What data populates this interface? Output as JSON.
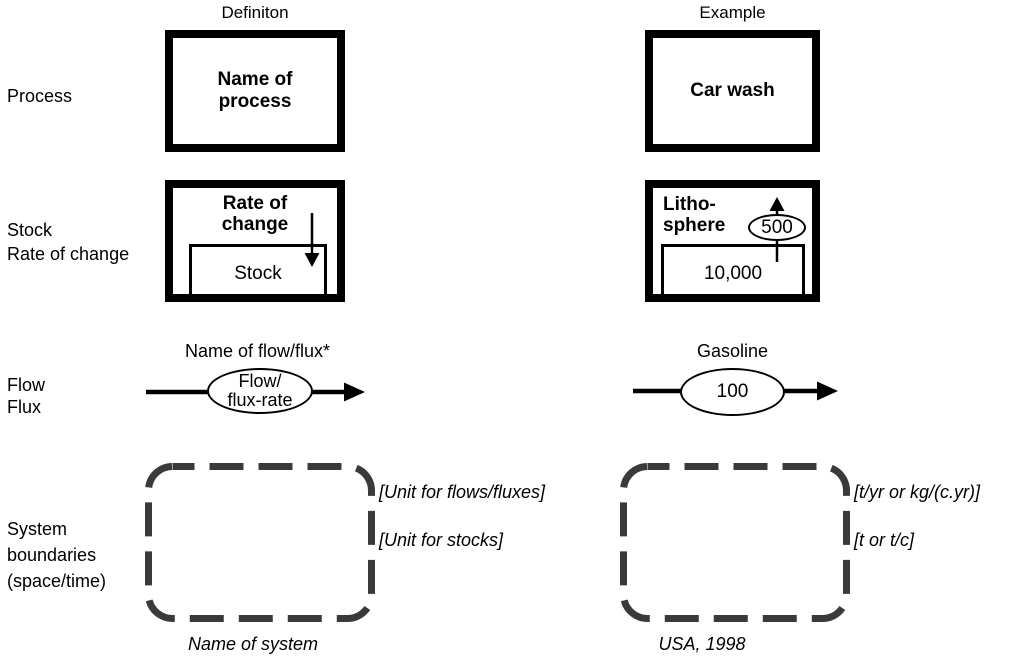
{
  "colors": {
    "ink": "#000000",
    "dash": "#3a3a3a",
    "background": "#ffffff"
  },
  "headers": {
    "definition": "Definiton",
    "example": "Example"
  },
  "rows": {
    "process": {
      "label": "Process"
    },
    "stock": {
      "label": "Stock\nRate of change"
    },
    "flow": {
      "label": "Flow\nFlux"
    },
    "system": {
      "label": "System\nboundaries\n(space/time)"
    }
  },
  "process": {
    "definition": {
      "box_text": "Name of\nprocess"
    },
    "example": {
      "box_text": "Car wash"
    }
  },
  "stock": {
    "definition": {
      "rate_text": "Rate of\nchange",
      "stock_text": "Stock"
    },
    "example": {
      "name_text": "Litho-\nsphere",
      "rate_value": "500",
      "stock_value": "10,000"
    }
  },
  "flow": {
    "definition": {
      "name": "Name of flow/flux*",
      "ellipse_text": "Flow/\nflux-rate"
    },
    "example": {
      "name": "Gasoline",
      "ellipse_text": "100"
    }
  },
  "system": {
    "definition": {
      "unit_flows": "[Unit for flows/fluxes]",
      "unit_stocks": "[Unit for stocks]",
      "caption": "Name of system"
    },
    "example": {
      "unit_flows": "[t/yr or kg/(c.yr)]",
      "unit_stocks": "[t or t/c]",
      "caption": "USA, 1998"
    }
  }
}
